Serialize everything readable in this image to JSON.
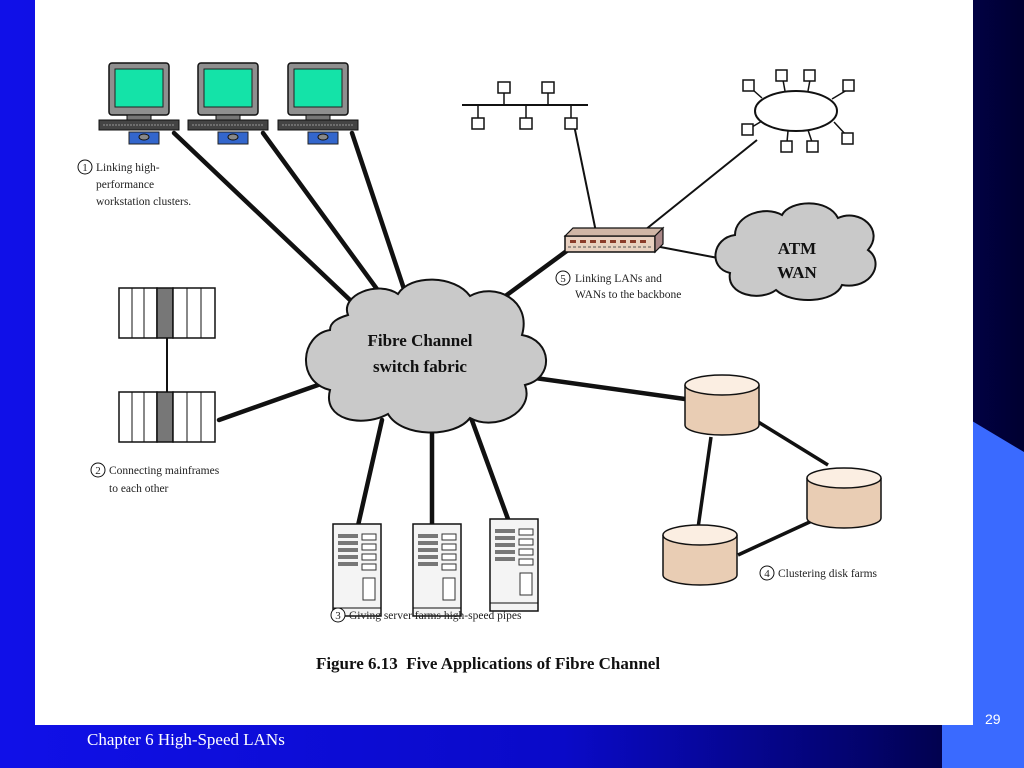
{
  "slide": {
    "footer": "Chapter 6 High-Speed LANs",
    "page_number": "29"
  },
  "figure": {
    "caption": "Figure 6.13  Five Applications of Fibre Channel",
    "fabric_label": [
      "Fibre Channel",
      "switch fabric"
    ],
    "atm_label": [
      "ATM",
      "WAN"
    ],
    "applications": [
      {
        "number": "1",
        "lines": [
          "Linking high-",
          "performance",
          "workstation clusters."
        ]
      },
      {
        "number": "2",
        "lines": [
          "Connecting mainframes",
          "to each other"
        ]
      },
      {
        "number": "3",
        "lines": [
          "Giving server farms high-speed pipes"
        ]
      },
      {
        "number": "4",
        "lines": [
          "Clustering disk farms"
        ]
      },
      {
        "number": "5",
        "lines": [
          "Linking LANs and",
          "WANs to the backbone"
        ]
      }
    ]
  },
  "colors": {
    "slide_blue": "#1010e8",
    "accent_blue": "#3366ff",
    "cloud_gray": "#c9c9c9",
    "disk_tan": "#e9cdb4",
    "screen_green": "#14e3a8"
  }
}
